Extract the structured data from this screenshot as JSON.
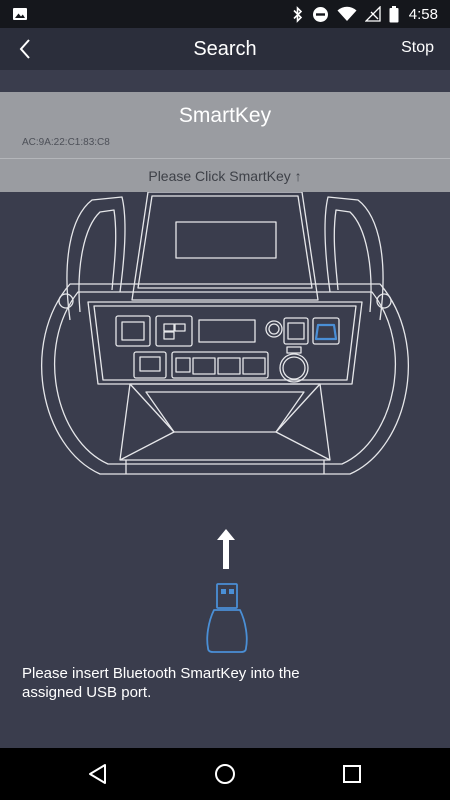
{
  "status_bar": {
    "time": "4:58",
    "icons": [
      "image-icon",
      "bluetooth-icon",
      "do-not-disturb-icon",
      "wifi-icon",
      "no-signal-icon",
      "battery-icon"
    ]
  },
  "app_bar": {
    "title": "Search",
    "stop_label": "Stop",
    "back_icon": "chevron-left-icon"
  },
  "device": {
    "name": "SmartKey",
    "mac": "AC:9A:22:C1:83:C8",
    "hint": "Please Click SmartKey ↑"
  },
  "instruction": "Please insert Bluetooth SmartKey into the assigned USB port.",
  "nav_bar": {
    "icons": [
      "nav-back-icon",
      "nav-home-icon",
      "nav-recents-icon"
    ]
  },
  "colors": {
    "background": "#3a3d4d",
    "app_bar": "#2b2e3b",
    "card": "#9a9ca1",
    "line_art": "#e6e7ea",
    "accent_blue": "#4a8fd6"
  }
}
